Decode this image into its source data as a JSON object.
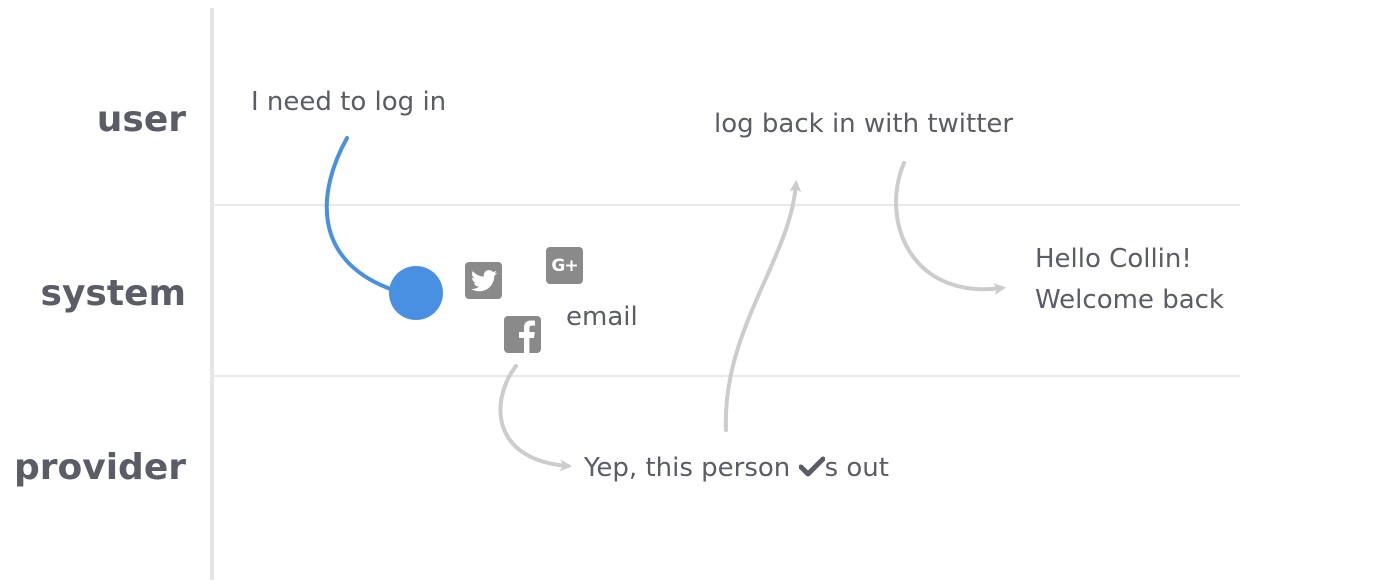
{
  "lanes": {
    "user": "user",
    "system": "system",
    "provider": "provider"
  },
  "notes": {
    "need_login": "I need to log in",
    "log_back_in": "log back in with twitter",
    "hello_line1": "Hello Collin!",
    "hello_line2": "Welcome back",
    "email": "email",
    "provider_prefix": "Yep, this person ",
    "provider_suffix": "s out"
  },
  "icons": {
    "twitter": "twitter-icon",
    "google_plus": "google-plus-icon",
    "facebook": "facebook-icon",
    "check": "check-icon",
    "start_node": "start-dot"
  },
  "colors": {
    "text": "#5a5c66",
    "accent_blue": "#4a90e2",
    "arrow_gray": "#cccccc",
    "icon_gray": "#8a8a8a",
    "divider": "#e5e5e5"
  }
}
